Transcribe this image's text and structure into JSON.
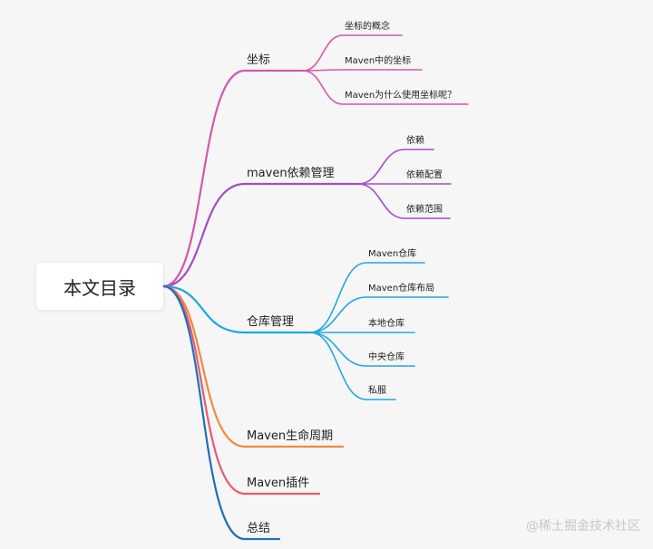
{
  "root": {
    "label": "本文目录"
  },
  "branches": [
    {
      "label": "坐标",
      "color": "#d357b0",
      "children": [
        "坐标的概念",
        "Maven中的坐标",
        "Maven为什么使用坐标呢？"
      ]
    },
    {
      "label": "maven依赖管理",
      "color": "#a74bc4",
      "children": [
        "依赖",
        "依赖配置",
        "依赖范围"
      ]
    },
    {
      "label": "仓库管理",
      "color": "#1ea7e4",
      "children": [
        "Maven仓库",
        "Maven仓库布局",
        "本地仓库",
        "中央仓库",
        "私服"
      ]
    },
    {
      "label": "Maven生命周期",
      "color": "#f08a3c",
      "children": []
    },
    {
      "label": "Maven插件",
      "color": "#ea5a6e",
      "children": []
    },
    {
      "label": "总结",
      "color": "#1f6fb8",
      "children": []
    }
  ],
  "watermark": "@稀土掘金技术社区"
}
